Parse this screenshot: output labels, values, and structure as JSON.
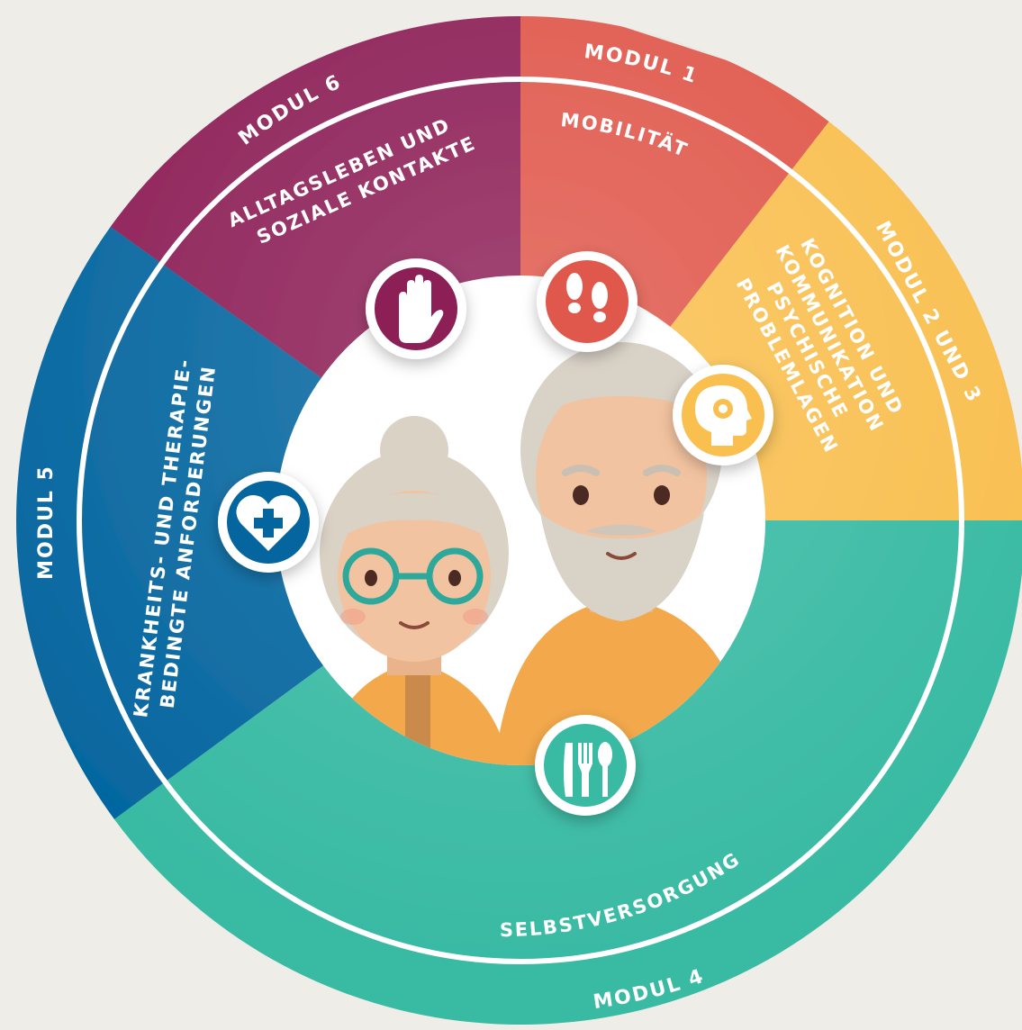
{
  "modules": [
    {
      "id": "m1",
      "module": "MODUL 1",
      "title": [
        "MOBILITÄT"
      ],
      "icon": "footprints-icon",
      "color": "#e0574b"
    },
    {
      "id": "m23",
      "module": "MODUL 2 UND 3",
      "title": [
        "KOGNITION UND",
        "KOMMUNIKATION",
        "PSYCHISCHE",
        "PROBLEMLAGEN"
      ],
      "icon": "head-gear-icon",
      "color": "#f9bf4f"
    },
    {
      "id": "m4",
      "module": "MODUL 4",
      "title": [
        "SELBSTVERSORGUNG"
      ],
      "icon": "cutlery-icon",
      "color": "#38baa3"
    },
    {
      "id": "m5",
      "module": "MODUL 5",
      "title": [
        "KRANKHEITS- UND THERAPIE-",
        "BEDINGTE ANFORDERUNGEN"
      ],
      "icon": "heart-plus-icon",
      "color": "#05669f"
    },
    {
      "id": "m6",
      "module": "MODUL 6",
      "title": [
        "ALLTAGSLEBEN UND",
        "SOZIALE KONTAKTE"
      ],
      "icon": "hand-icon",
      "color": "#8d1f57"
    }
  ],
  "center": {
    "illustration": "elderly-couple-illustration",
    "background": "#ffffff"
  },
  "colors": {
    "page_bg": "#eeede8",
    "ring_line": "#ffffff"
  }
}
